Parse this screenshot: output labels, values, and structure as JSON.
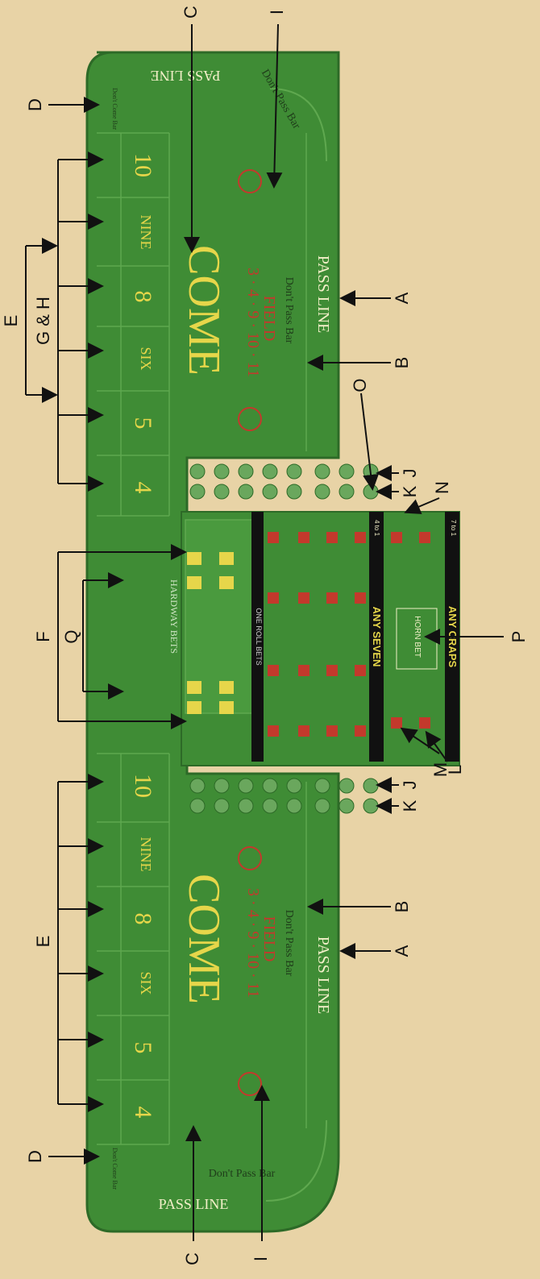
{
  "labels": {
    "a": "A",
    "b": "B",
    "c": "C",
    "d": "D",
    "e": "E",
    "f": "F",
    "gh": "G & H",
    "i": "I",
    "j": "J",
    "k": "K",
    "l": "L",
    "m": "M",
    "n": "N",
    "o": "O",
    "p": "P",
    "q": "Q"
  },
  "table": {
    "pass_line": "PASS LINE",
    "dont_pass_bar": "Don't Pass Bar",
    "come": "COME",
    "field_numbers": "3 · 4 · 9 · 10 · 11",
    "field": "FIELD",
    "dont_come_bar": "Don't Come Bar",
    "place_numbers": [
      "4",
      "5",
      "SIX",
      "8",
      "NINE",
      "10"
    ],
    "hardway_bets": "HARDWAY BETS",
    "one_roll_bets": "ONE ROLL BETS",
    "any_seven": "ANY SEVEN",
    "any_craps": "ANY CRAPS",
    "horn_bet": "HORN BET",
    "odds_any_seven": "4 to 1",
    "odds_any_craps": "7 to 1"
  },
  "colors": {
    "felt": "#3f8c35",
    "felt_border": "#5fa84f",
    "background": "#e8d3a6",
    "text_yellow": "#e6d64a",
    "text_red": "#c3392c",
    "black_bar": "#111111"
  }
}
